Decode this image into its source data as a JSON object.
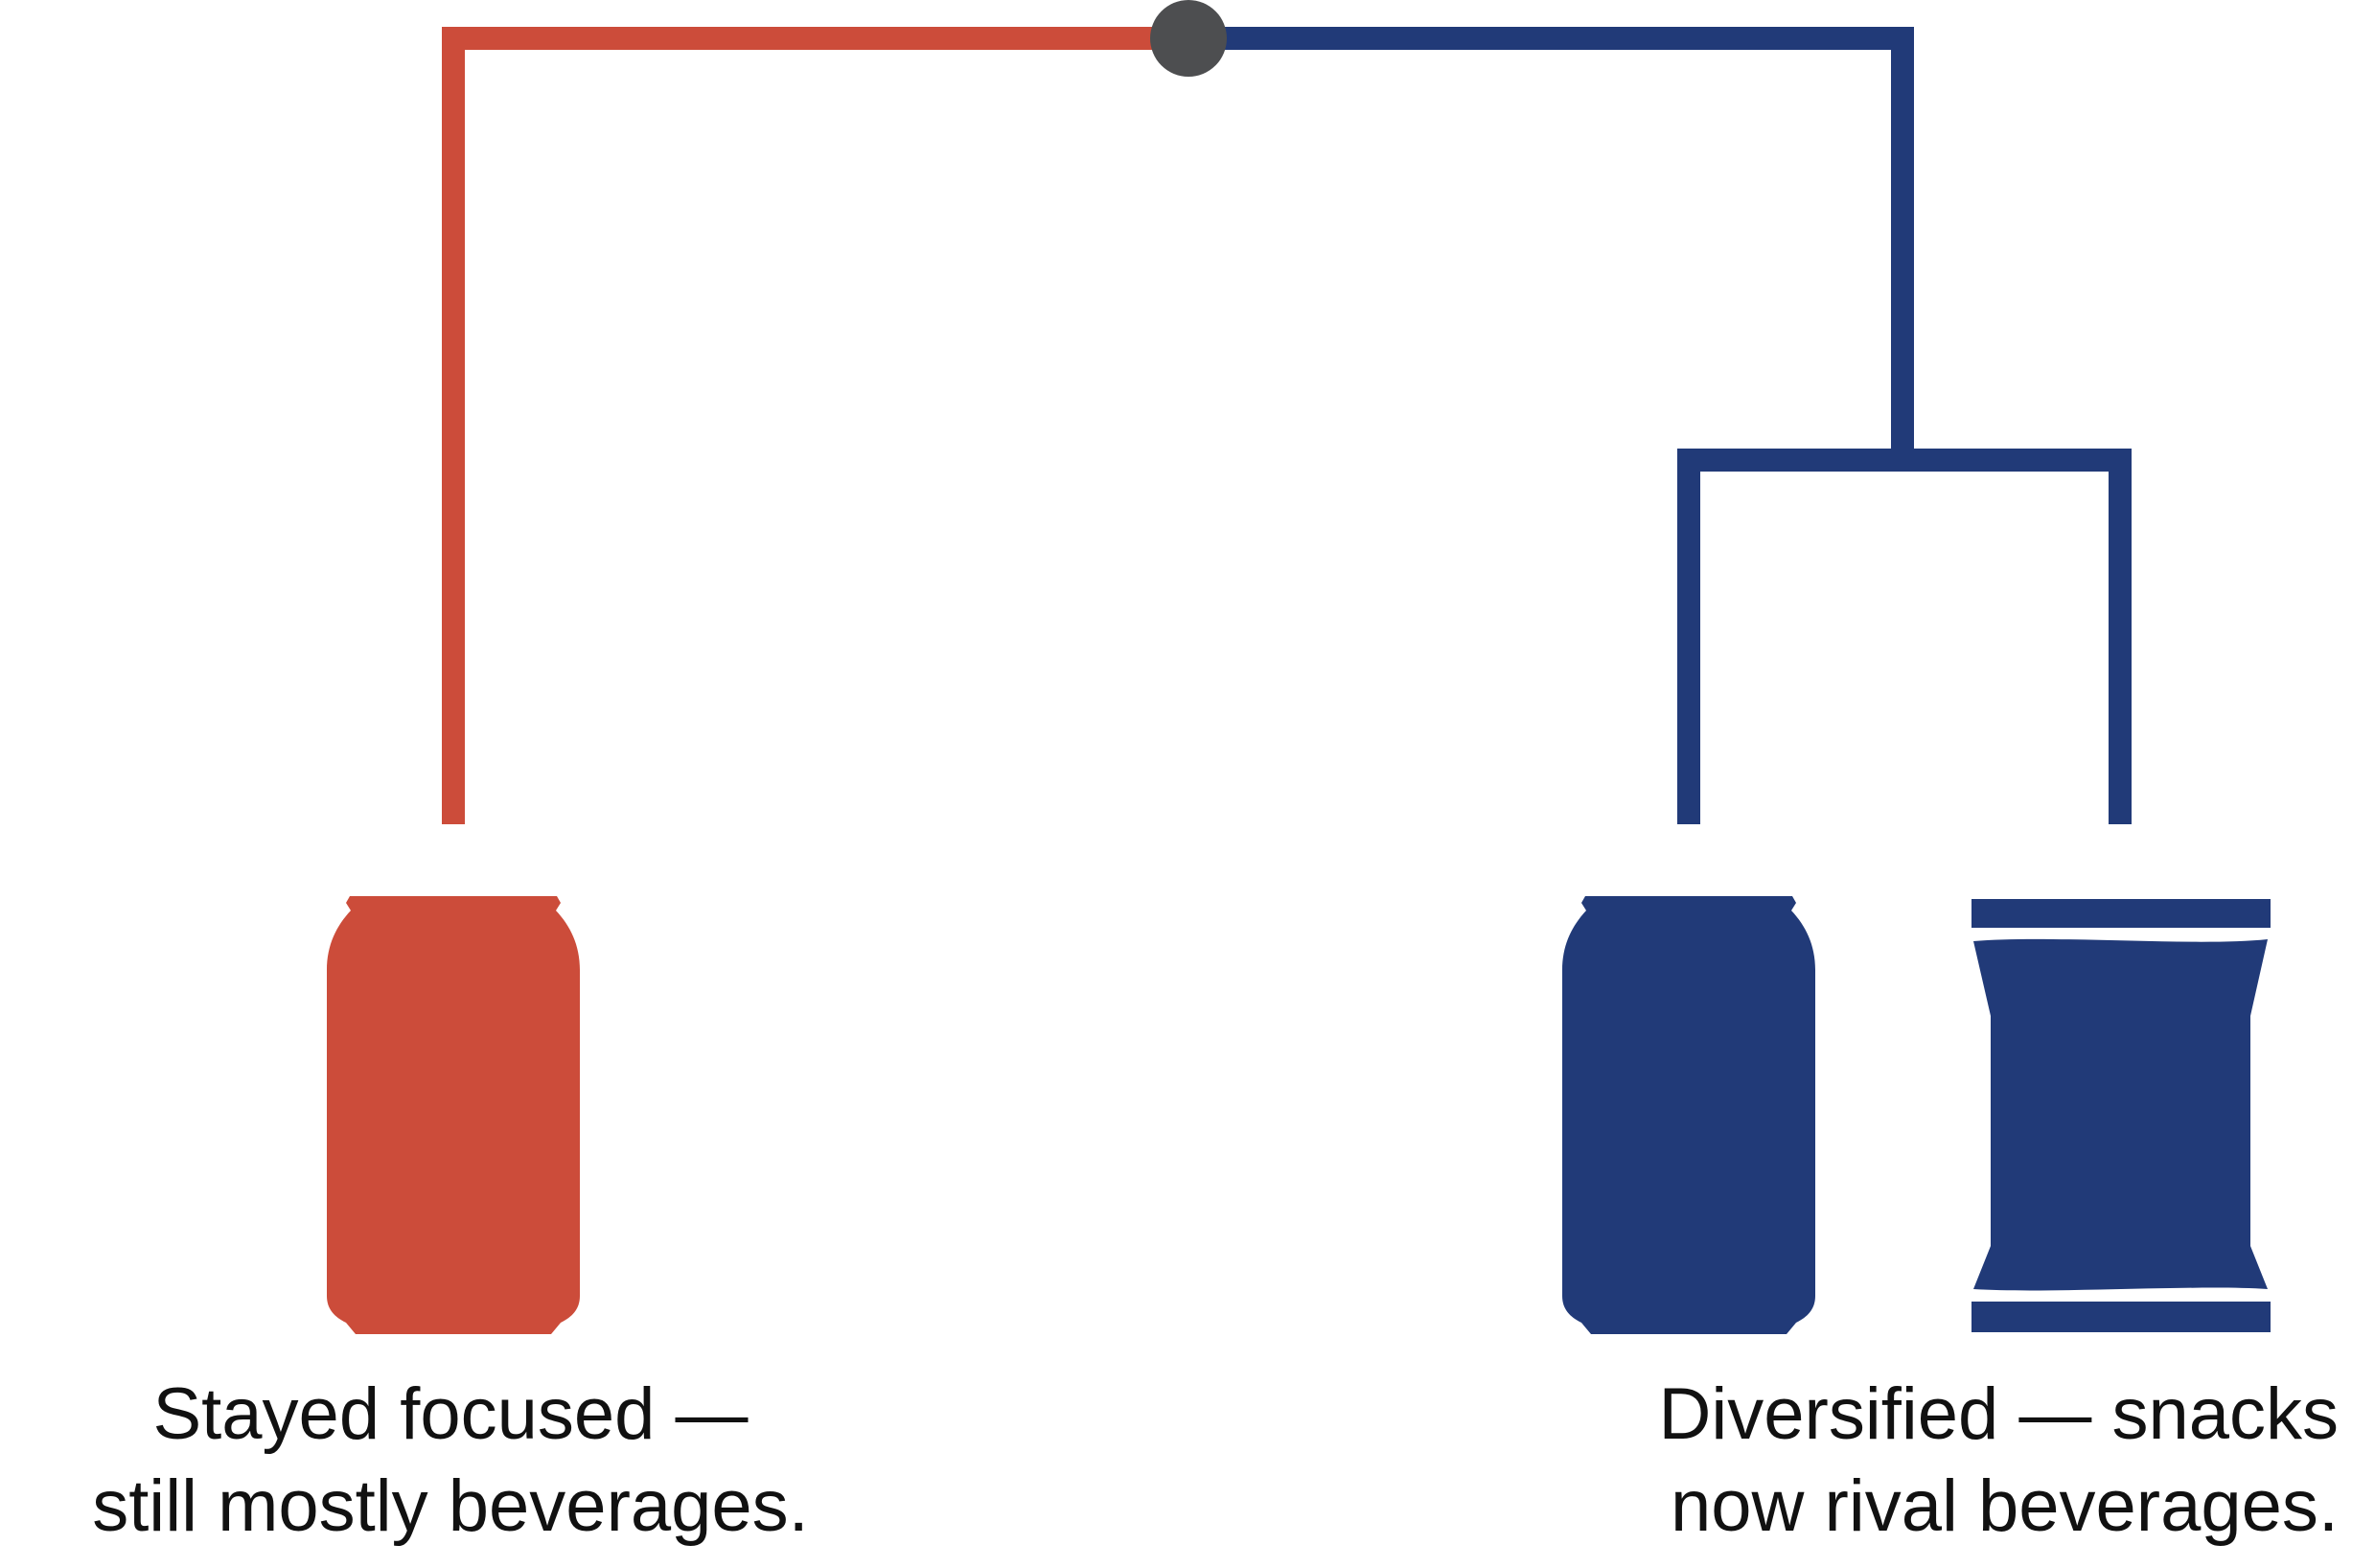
{
  "colors": {
    "focused": "#cc4c3a",
    "diversified": "#213a78",
    "root_node": "#4d4e50",
    "background": "#ffffff",
    "text": "#111111"
  },
  "tree": {
    "root": {
      "icon": "circle-node"
    },
    "branches": [
      {
        "id": "focused",
        "color_key": "focused",
        "leaves": [
          {
            "icon": "beverage-can-icon"
          }
        ]
      },
      {
        "id": "diversified",
        "color_key": "diversified",
        "leaves": [
          {
            "icon": "beverage-can-icon"
          },
          {
            "icon": "snack-bag-icon"
          }
        ]
      }
    ]
  },
  "captions": {
    "focused": {
      "line1": "Stayed focused —",
      "line2": "still mostly beverages."
    },
    "diversified": {
      "line1": "Diversified — snacks",
      "line2": "now rival beverages."
    }
  }
}
